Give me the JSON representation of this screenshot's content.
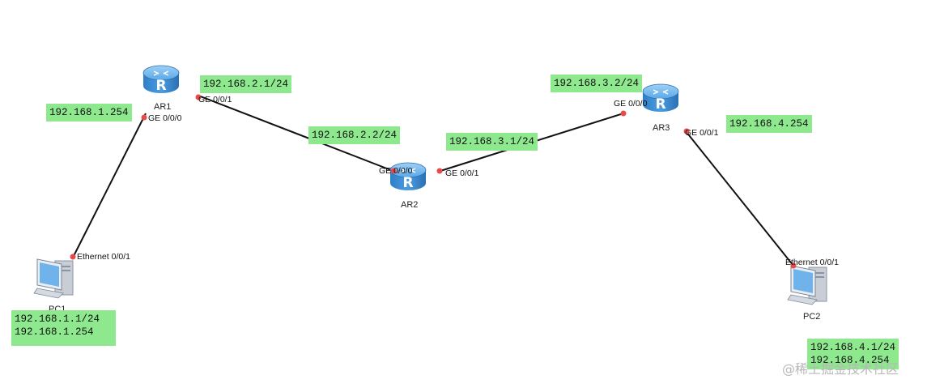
{
  "devices": {
    "ar1": {
      "label": "AR1",
      "icon": "router-icon"
    },
    "ar2": {
      "label": "AR2",
      "icon": "router-icon"
    },
    "ar3": {
      "label": "AR3",
      "icon": "router-icon"
    },
    "pc1": {
      "label": "PC1",
      "icon": "pc-icon"
    },
    "pc2": {
      "label": "PC2",
      "icon": "pc-icon"
    }
  },
  "ports": {
    "ar1_g000": "GE 0/0/0",
    "ar1_g001": "GE 0/0/1",
    "ar2_g000": "GE 0/0/0",
    "ar2_g001": "GE 0/0/1",
    "ar3_g000": "GE 0/0/0",
    "ar3_g001": "GE 0/0/1",
    "pc1_eth": "Ethernet 0/0/1",
    "pc2_eth": "Ethernet 0/0/1"
  },
  "ip_labels": {
    "ar1_g000": "192.168.1.254",
    "ar1_g001": "192.168.2.1/24",
    "ar2_g000": "192.168.2.2/24",
    "ar2_g001": "192.168.3.1/24",
    "ar3_g000": "192.168.3.2/24",
    "ar3_g001": "192.168.4.254",
    "pc1": "192.168.1.1/24\n192.168.1.254",
    "pc2": "192.168.4.1/24\n192.168.4.254"
  },
  "watermark": "@稀土掘金技术社区",
  "colors": {
    "ip_label_bg": "#8ee88e",
    "port_dot": "#e84a4a",
    "link": "#111111",
    "router_body": "#3d8fd8"
  }
}
